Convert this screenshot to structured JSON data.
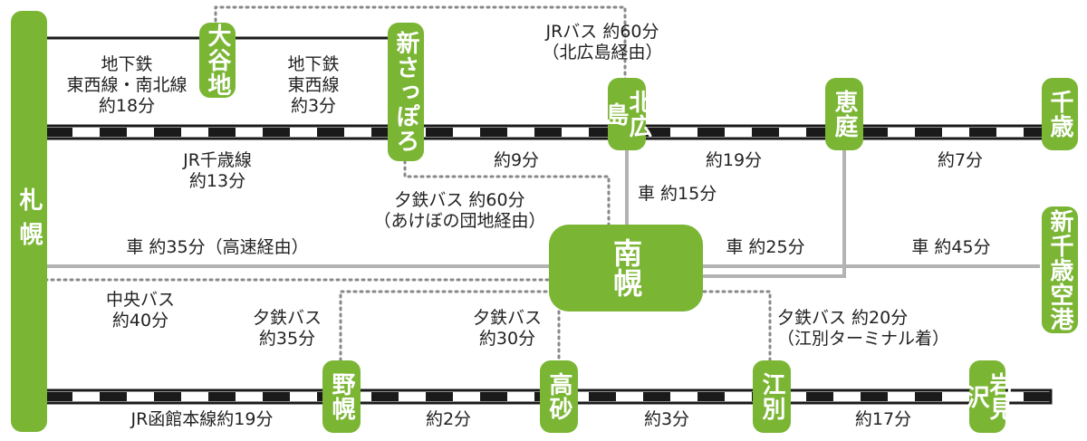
{
  "stations": {
    "sapporo": "札幌",
    "oyachi": "大谷地",
    "shin_sapporo": "新さっぽろ",
    "kitahiroshima": "北広島",
    "eniwa": "恵庭",
    "chitose": "千歳",
    "shin_chitose": "新千歳空港",
    "minami_horoshiri": "南幌",
    "nopporo": "野幌",
    "takasago": "高砂",
    "ebetsu": "江別",
    "iwamizawa": "岩見沢"
  },
  "routes": {
    "subway_tozai_namboku": {
      "l1": "地下鉄",
      "l2": "東西線・南北線",
      "l3": "約18分"
    },
    "subway_tozai": {
      "l1": "地下鉄",
      "l2": "東西線",
      "l3": "約3分"
    },
    "jr_bus_kitahiroshima": {
      "l1": "JRバス 約60分",
      "l2": "（北広島経由）"
    },
    "jr_chitose_line": {
      "l1": "JR千歳線",
      "l2": "約13分"
    },
    "time_9": "約9分",
    "time_19": "約19分",
    "time_7": "約7分",
    "car_15": "車 約15分",
    "yutetsu_akebono": {
      "l1": "夕鉄バス 約60分",
      "l2": "（あけぼの団地経由）"
    },
    "car_35": "車 約35分（高速経由）",
    "car_25": "車 約25分",
    "car_45": "車 約45分",
    "chuo_bus": {
      "l1": "中央バス",
      "l2": "約40分"
    },
    "yutetsu_35": {
      "l1": "夕鉄バス",
      "l2": "約35分"
    },
    "yutetsu_30": {
      "l1": "夕鉄バス",
      "l2": "約30分"
    },
    "yutetsu_20": {
      "l1": "夕鉄バス 約20分",
      "l2": "（江別ターミナル着）"
    },
    "jr_hakodate": "JR函館本線約19分",
    "time_2": "約2分",
    "time_3": "約3分",
    "time_17": "約17分"
  },
  "colors": {
    "station": "#7ab534",
    "rail": "#1a1a1a",
    "road": "#b3b3b3",
    "bus": "#888888"
  }
}
